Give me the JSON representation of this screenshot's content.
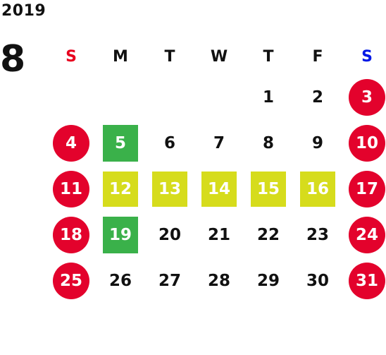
{
  "year": "2019",
  "month": "8",
  "colors": {
    "weekend_circle": "#e3022c",
    "sunday_header": "#e8001e",
    "saturday_header": "#0018e6",
    "green_highlight": "#3ab14a",
    "lime_highlight": "#d6dc1c"
  },
  "weekdays": [
    "S",
    "M",
    "T",
    "W",
    "T",
    "F",
    "S"
  ],
  "weeks": [
    [
      {
        "d": "",
        "style": "plain"
      },
      {
        "d": "",
        "style": "plain"
      },
      {
        "d": "",
        "style": "plain"
      },
      {
        "d": "",
        "style": "plain"
      },
      {
        "d": "1",
        "style": "plain"
      },
      {
        "d": "2",
        "style": "plain"
      },
      {
        "d": "3",
        "style": "weekend"
      }
    ],
    [
      {
        "d": "4",
        "style": "weekend"
      },
      {
        "d": "5",
        "style": "green"
      },
      {
        "d": "6",
        "style": "plain"
      },
      {
        "d": "7",
        "style": "plain"
      },
      {
        "d": "8",
        "style": "plain"
      },
      {
        "d": "9",
        "style": "plain"
      },
      {
        "d": "10",
        "style": "weekend"
      }
    ],
    [
      {
        "d": "11",
        "style": "weekend"
      },
      {
        "d": "12",
        "style": "lime"
      },
      {
        "d": "13",
        "style": "lime"
      },
      {
        "d": "14",
        "style": "lime"
      },
      {
        "d": "15",
        "style": "lime"
      },
      {
        "d": "16",
        "style": "lime"
      },
      {
        "d": "17",
        "style": "weekend"
      }
    ],
    [
      {
        "d": "18",
        "style": "weekend"
      },
      {
        "d": "19",
        "style": "green"
      },
      {
        "d": "20",
        "style": "plain"
      },
      {
        "d": "21",
        "style": "plain"
      },
      {
        "d": "22",
        "style": "plain"
      },
      {
        "d": "23",
        "style": "plain"
      },
      {
        "d": "24",
        "style": "weekend"
      }
    ],
    [
      {
        "d": "25",
        "style": "weekend"
      },
      {
        "d": "26",
        "style": "plain"
      },
      {
        "d": "27",
        "style": "plain"
      },
      {
        "d": "28",
        "style": "plain"
      },
      {
        "d": "29",
        "style": "plain"
      },
      {
        "d": "30",
        "style": "plain"
      },
      {
        "d": "31",
        "style": "weekend"
      }
    ]
  ]
}
